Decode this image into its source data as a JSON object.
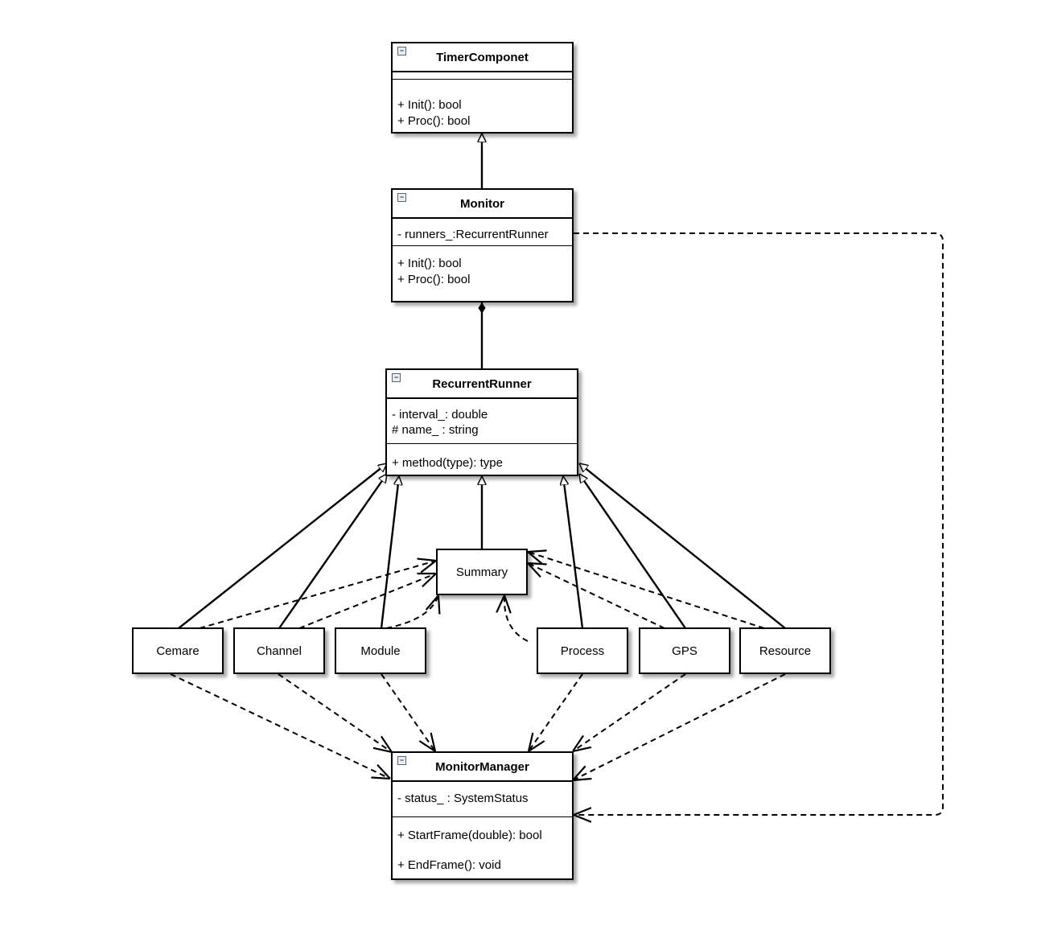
{
  "classes": {
    "timer": {
      "name": "TimerComponet",
      "attributes": [],
      "methods": [
        "+ Init(): bool",
        "+ Proc(): bool"
      ]
    },
    "monitor": {
      "name": "Monitor",
      "attributes": [
        "- runners_:RecurrentRunner"
      ],
      "methods": [
        "+ Init(): bool",
        "+ Proc(): bool"
      ]
    },
    "runner": {
      "name": "RecurrentRunner",
      "attributes": [
        "- interval_: double",
        "# name_ : string"
      ],
      "methods": [
        "+ method(type): type"
      ]
    },
    "manager": {
      "name": "MonitorManager",
      "attributes": [
        "- status_ : SystemStatus"
      ],
      "methods": [
        "+ StartFrame(double): bool",
        "+ EndFrame(): void"
      ]
    }
  },
  "boxes": {
    "summary": "Summary",
    "cemare": "Cemare",
    "channel": "Channel",
    "module": "Module",
    "process": "Process",
    "gps": "GPS",
    "resource": "Resource"
  },
  "collapse_glyph": "−"
}
